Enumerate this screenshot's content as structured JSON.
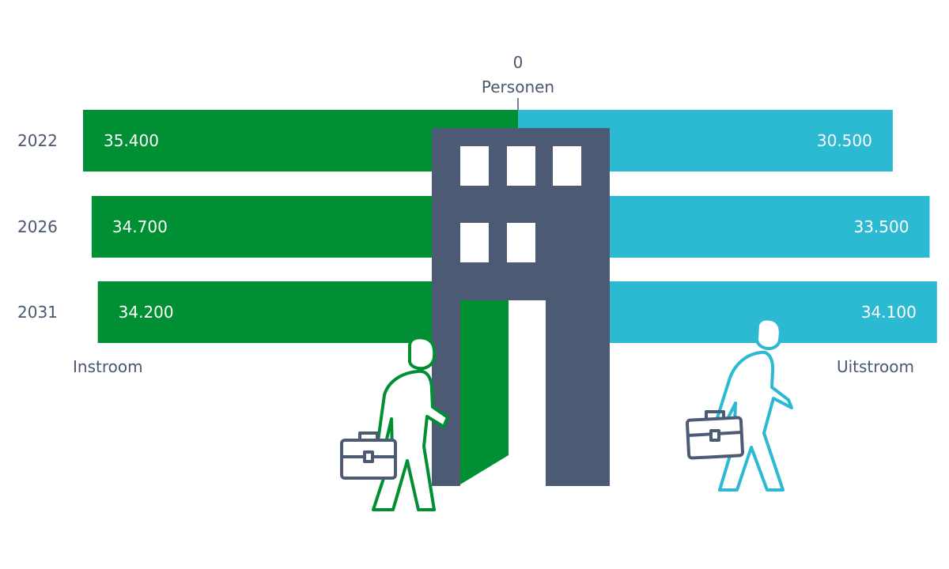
{
  "chart_data": {
    "type": "bar",
    "orientation": "diverging-horizontal",
    "categories": [
      "2022",
      "2026",
      "2031"
    ],
    "series": [
      {
        "name": "Instroom",
        "values": [
          35400,
          34700,
          34200
        ],
        "value_labels": [
          "35.400",
          "34.700",
          "34.200"
        ],
        "direction": "left",
        "color": "#008f32"
      },
      {
        "name": "Uitstroom",
        "values": [
          30500,
          33500,
          34100
        ],
        "value_labels": [
          "30.500",
          "33.500",
          "34.100"
        ],
        "direction": "right",
        "color": "#2cb9d2"
      }
    ],
    "axis": {
      "zero_label": "0",
      "unit_label": "Personen"
    },
    "xlim": [
      -35400,
      34100
    ],
    "grid": false,
    "legend": "below-bars"
  },
  "colors": {
    "building": "#4c5a73",
    "window": "#ffffff",
    "door": "#008f32",
    "text": "#4a586f",
    "person_in": "#008f32",
    "person_out": "#2cb9d2",
    "briefcase": "#4c5a73"
  },
  "icons": [
    "office-building-icon",
    "person-entering-icon",
    "person-leaving-icon",
    "briefcase-icon"
  ]
}
